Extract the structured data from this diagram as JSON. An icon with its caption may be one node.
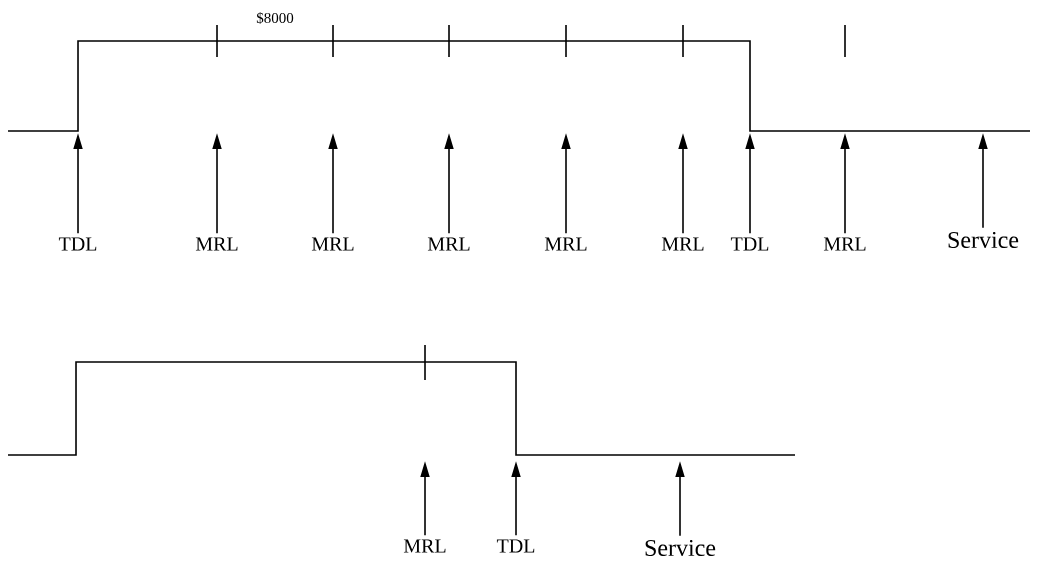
{
  "diagram": {
    "nodes": [
      {
        "text": [
          "TDL"
        ]
      },
      {
        "text": [
          "MRL"
        ]
      },
      {
        "text": [
          "MRL"
        ]
      },
      {
        "text": [
          "MRL"
        ]
      },
      {
        "text": [
          "MRL"
        ]
      },
      {
        "text": [
          "MRL"
        ]
      },
      {
        "text": [
          "TDL"
        ]
      },
      {
        "text": [
          "MRL"
        ]
      },
      {
        "text": [
          "Service"
        ]
      },
      {
        "text": [
          "MRL"
        ]
      },
      {
        "text": [
          "TDL"
        ]
      },
      {
        "text": [
          "Service"
        ]
      }
    ],
    "edges": [
      {
        "from": 0,
        "to": null,
        "arrow": "to"
      },
      {
        "from": 1,
        "to": null,
        "arrow": "to"
      },
      {
        "from": 2,
        "to": null,
        "arrow": "to"
      },
      {
        "from": 3,
        "to": null,
        "arrow": "to"
      },
      {
        "from": 4,
        "to": null,
        "arrow": "to"
      },
      {
        "from": 5,
        "to": null,
        "arrow": "to"
      },
      {
        "from": 6,
        "to": null,
        "arrow": "to"
      },
      {
        "from": 7,
        "to": null,
        "arrow": "to"
      },
      {
        "from": 8,
        "to": null,
        "arrow": "to"
      },
      {
        "from": 9,
        "to": null,
        "arrow": "to"
      },
      {
        "from": 10,
        "to": null,
        "arrow": "to"
      },
      {
        "from": 11,
        "to": null,
        "arrow": "to"
      }
    ],
    "labels": [
      "$8000"
    ]
  }
}
